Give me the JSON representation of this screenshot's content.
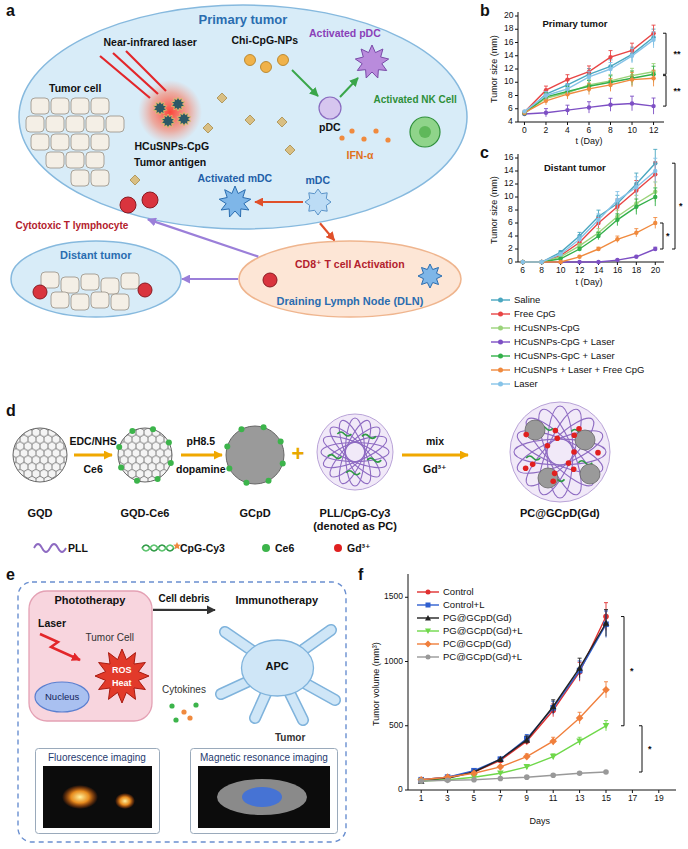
{
  "diagram": {
    "nodes": [
      {
        "text": [
          "Primary tumor"
        ]
      },
      {
        "text": [
          "Distant tumor"
        ]
      },
      {
        "text": [
          "Draining Lymph Node (DLN)"
        ]
      },
      {
        "text": [
          "Phototherapy",
          "Tumor Cell"
        ]
      },
      {
        "text": [
          "Immunotherapy",
          "APC"
        ]
      },
      {
        "text": [
          "Fluorescence imaging"
        ]
      },
      {
        "text": [
          "Magnetic resonance imaging"
        ]
      }
    ],
    "edges": [
      {
        "from": 0,
        "to": 2,
        "arrow": "to"
      },
      {
        "from": 2,
        "to": 1,
        "arrow": "to"
      },
      {
        "from": 2,
        "to": 0,
        "arrow": "to"
      },
      {
        "from": 3,
        "to": 4,
        "arrow": "to",
        "label": "Cell debris"
      }
    ],
    "labels": [
      "a",
      "Near-infrared laser",
      "Chi-CpG-NPs",
      "Tumor cell",
      "pDC",
      "Activated pDC",
      "HCuSNPs-CpG",
      "Tumor antigen",
      "IFN-α",
      "Activated NK Cell",
      "Activated mDC",
      "mDC",
      "Cytotoxic T lymphocyte",
      "CD8⁺ T cell Activation",
      "b",
      "Primary tumor",
      "Tumor size (mm)",
      "t (Day)",
      "4",
      "6",
      "8",
      "10",
      "12",
      "14",
      "16",
      "18",
      "20",
      "0",
      "2",
      "4",
      "6",
      "8",
      "10",
      "12",
      "**",
      "**",
      "c",
      "Distant tumor",
      "Tumor size (mm)",
      "t (Day)",
      "0",
      "2",
      "4",
      "6",
      "8",
      "10",
      "12",
      "14",
      "16",
      "6",
      "8",
      "10",
      "12",
      "14",
      "16",
      "18",
      "20",
      "*",
      "*",
      "d",
      "EDC/NHS",
      "Ce6",
      "pH8.5",
      "dopamine",
      "+",
      "mix",
      "Gd³⁺",
      "GQD",
      "GQD-Ce6",
      "GCpD",
      "PLL/CpG-Cy3 (denoted as PC)",
      "PC@GCpD(Gd)",
      "e",
      "Laser",
      "Nucleus",
      "ROS",
      "Heat",
      "Cytokines",
      "Tumor",
      "f",
      "Tumor volume (mm³)",
      "Days",
      "0",
      "500",
      "1000",
      "1500",
      "1",
      "3",
      "5",
      "7",
      "9",
      "11",
      "13",
      "15",
      "17",
      "19",
      "*",
      "*"
    ],
    "legend": [
      {
        "text": "Saline"
      },
      {
        "text": "Free CpG"
      },
      {
        "text": "HCuSNPs-CpG"
      },
      {
        "text": "HCuSNPs-CpG + Laser"
      },
      {
        "text": "HCuSNPs-GpC + Laser"
      },
      {
        "text": "HCuSNPs + Laser + Free CpG"
      },
      {
        "text": "Laser"
      },
      {
        "text": "PLL"
      },
      {
        "text": "CpG-Cy3"
      },
      {
        "text": "Ce6"
      },
      {
        "text": "Gd³⁺"
      },
      {
        "text": "Control"
      },
      {
        "text": "Control+L"
      },
      {
        "text": "PG@GCpD(Gd)"
      },
      {
        "text": "PG@GCpD(Gd)+L"
      },
      {
        "text": "PC@GCpD(Gd)"
      },
      {
        "text": "PC@GCpD(Gd)+L"
      }
    ]
  }
}
